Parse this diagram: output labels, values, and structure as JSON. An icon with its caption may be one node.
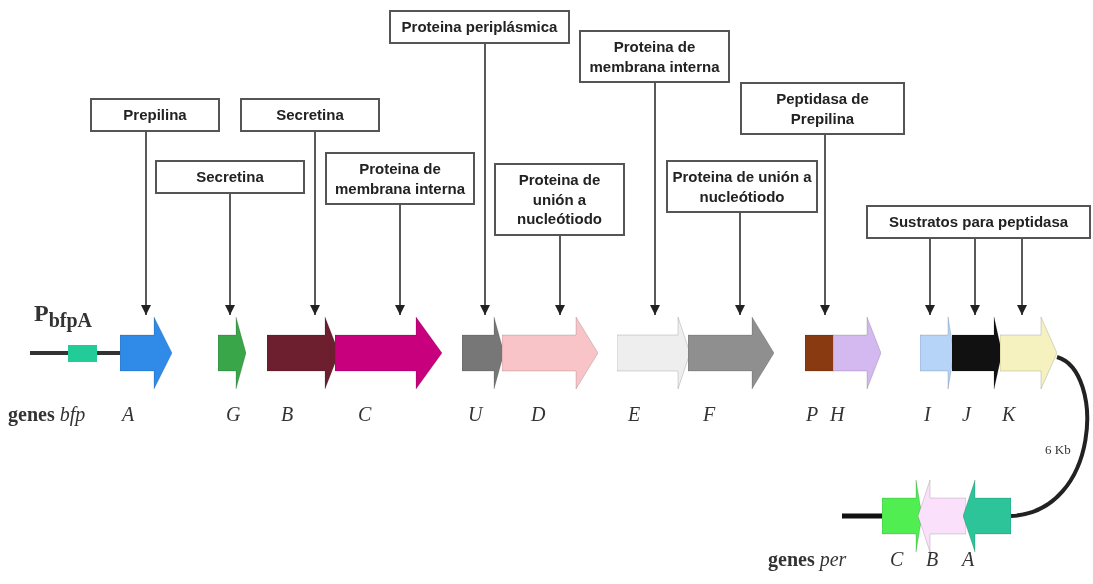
{
  "diagram": {
    "nodes": [
      {
        "text": [
          "Prepilina"
        ]
      },
      {
        "text": [
          "Secretina"
        ]
      },
      {
        "text": [
          "Secretina"
        ]
      },
      {
        "text": [
          "Proteina de membrana interna"
        ]
      },
      {
        "text": [
          "Proteina periplásmica"
        ]
      },
      {
        "text": [
          "Proteina de unión a nucleótiodo"
        ]
      },
      {
        "text": [
          "Proteina de membrana interna"
        ]
      },
      {
        "text": [
          "Proteina de unión a nucleótiodo"
        ]
      },
      {
        "text": [
          "Peptidasa de Prepilina"
        ]
      },
      {
        "text": [
          "Sustratos para peptidasa"
        ]
      },
      {
        "text": [],
        "shape": "arrow",
        "beside": [
          "A"
        ]
      },
      {
        "text": [],
        "shape": "arrow",
        "beside": [
          "G"
        ]
      },
      {
        "text": [],
        "shape": "arrow",
        "beside": [
          "B"
        ]
      },
      {
        "text": [],
        "shape": "arrow",
        "beside": [
          "C"
        ]
      },
      {
        "text": [],
        "shape": "arrow",
        "beside": [
          "U"
        ]
      },
      {
        "text": [],
        "shape": "arrow",
        "beside": [
          "D"
        ]
      },
      {
        "text": [],
        "shape": "arrow",
        "beside": [
          "E"
        ]
      },
      {
        "text": [],
        "shape": "arrow",
        "beside": [
          "F"
        ]
      },
      {
        "text": [],
        "shape": "box",
        "beside": [
          "P"
        ]
      },
      {
        "text": [],
        "shape": "arrow",
        "beside": [
          "H"
        ]
      },
      {
        "text": [],
        "shape": "arrow",
        "beside": [
          "I"
        ]
      },
      {
        "text": [],
        "shape": "arrow",
        "beside": [
          "J"
        ]
      },
      {
        "text": [],
        "shape": "arrow",
        "beside": [
          "K"
        ]
      },
      {
        "text": [],
        "shape": "arrow",
        "beside": [
          "C"
        ]
      },
      {
        "text": [],
        "shape": "arrow",
        "beside": [
          "B"
        ]
      },
      {
        "text": [],
        "shape": "arrow",
        "beside": [
          "A"
        ]
      }
    ],
    "edges": [
      {
        "from": 0,
        "to": 10,
        "arrow": "to"
      },
      {
        "from": 1,
        "to": 11,
        "arrow": "to"
      },
      {
        "from": 2,
        "to": 12,
        "arrow": "to"
      },
      {
        "from": 3,
        "to": 13,
        "arrow": "to"
      },
      {
        "from": 4,
        "to": 14,
        "arrow": "to"
      },
      {
        "from": 5,
        "to": 15,
        "arrow": "to"
      },
      {
        "from": 6,
        "to": 16,
        "arrow": "to"
      },
      {
        "from": 7,
        "to": 17,
        "arrow": "to"
      },
      {
        "from": 8,
        "to": 18,
        "arrow": "to"
      },
      {
        "from": 9,
        "to": 20,
        "arrow": "to"
      },
      {
        "from": 9,
        "to": 21,
        "arrow": "to"
      },
      {
        "from": 9,
        "to": 22,
        "arrow": "to"
      },
      {
        "from": 22,
        "to": 25,
        "arrow": "none",
        "style": "thick"
      }
    ],
    "labels": [
      "P$_{bfpA}$",
      "**genes** *bfp*",
      "6 Kb",
      "**genes** *per*"
    ]
  }
}
